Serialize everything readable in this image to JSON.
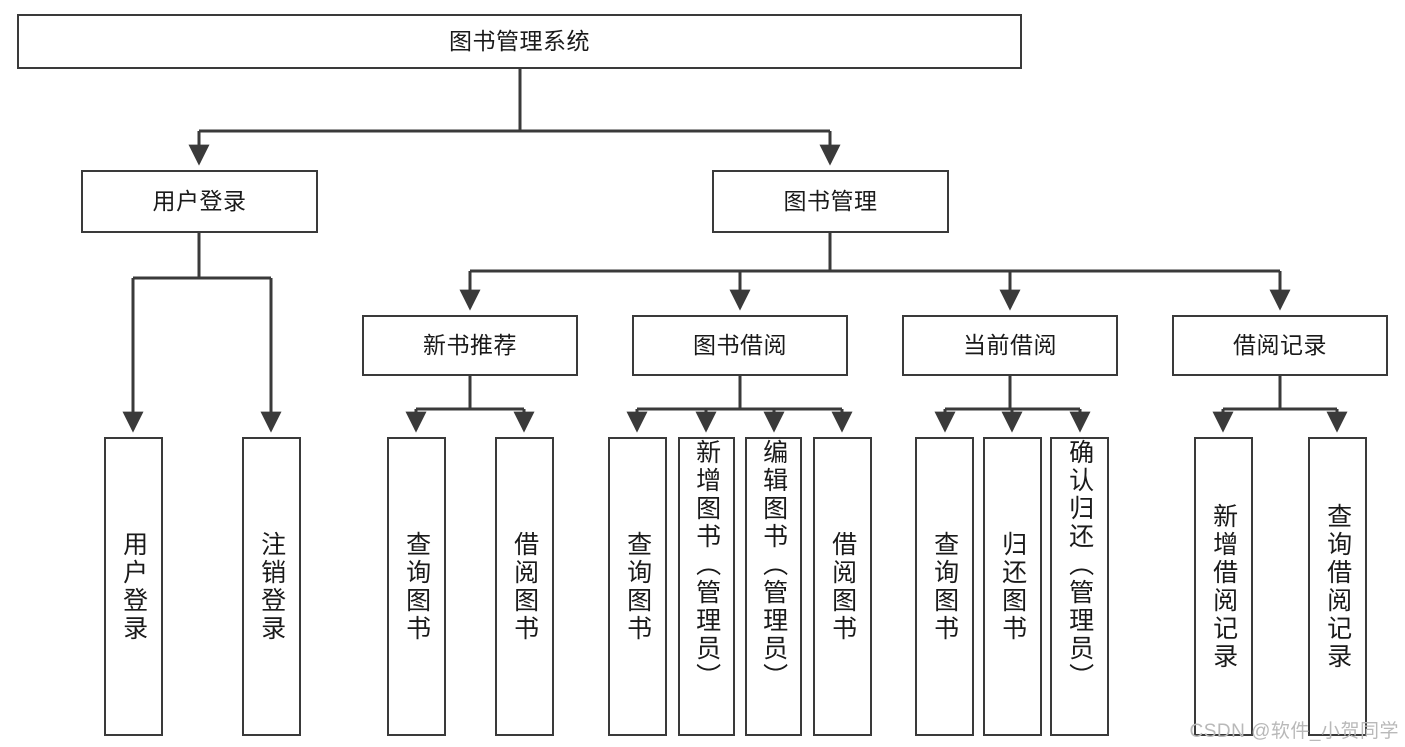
{
  "diagram": {
    "title": "图书管理系统",
    "root": {
      "label": "图书管理系统"
    },
    "level2": [
      {
        "label": "用户登录"
      },
      {
        "label": "图书管理"
      }
    ],
    "level3": [
      {
        "label": "新书推荐"
      },
      {
        "label": "图书借阅"
      },
      {
        "label": "当前借阅"
      },
      {
        "label": "借阅记录"
      }
    ],
    "leaves": {
      "user_login": [
        {
          "label": "用户登录"
        },
        {
          "label": "注销登录"
        }
      ],
      "new_book_recommend": [
        {
          "label": "查询图书"
        },
        {
          "label": "借阅图书"
        }
      ],
      "book_borrow": [
        {
          "label": "查询图书"
        },
        {
          "label": "新增图书（管理员）"
        },
        {
          "label": "编辑图书（管理员）"
        },
        {
          "label": "借阅图书"
        }
      ],
      "current_borrow": [
        {
          "label": "查询图书"
        },
        {
          "label": "归还图书"
        },
        {
          "label": "确认归还（管理员）"
        }
      ],
      "borrow_record": [
        {
          "label": "新增借阅记录"
        },
        {
          "label": "查询借阅记录"
        }
      ]
    }
  },
  "watermark": {
    "text": "CSDN @软件_小贺同学"
  },
  "colors": {
    "stroke": "#3a3a3a",
    "fill": "#ffffff",
    "text": "#1a1a1a",
    "watermark": "#b9b9b9"
  }
}
